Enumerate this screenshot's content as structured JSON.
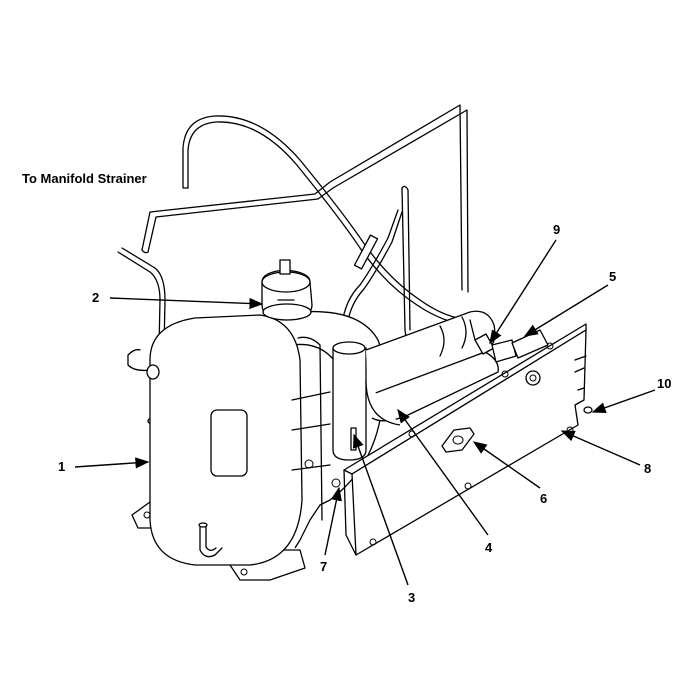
{
  "caption": "To Manifold Strainer",
  "callouts": [
    {
      "id": "1",
      "text": "1"
    },
    {
      "id": "2",
      "text": "2"
    },
    {
      "id": "3",
      "text": "3"
    },
    {
      "id": "4",
      "text": "4"
    },
    {
      "id": "5",
      "text": "5"
    },
    {
      "id": "6",
      "text": "6"
    },
    {
      "id": "7",
      "text": "7"
    },
    {
      "id": "8",
      "text": "8"
    },
    {
      "id": "9",
      "text": "9"
    },
    {
      "id": "10",
      "text": "10"
    }
  ]
}
